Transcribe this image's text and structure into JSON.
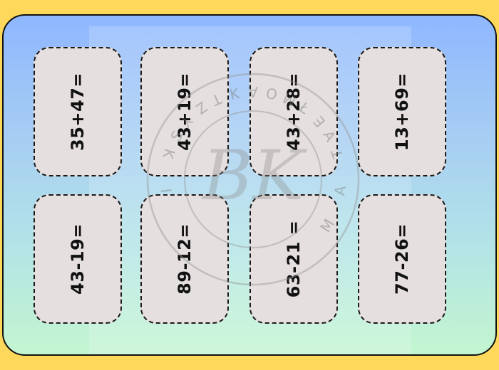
{
  "cards": [
    {
      "text": "35+47="
    },
    {
      "text": "43+19="
    },
    {
      "text": "43+28="
    },
    {
      "text": "13+69="
    },
    {
      "text": "43-19="
    },
    {
      "text": "89-12="
    },
    {
      "text": "63-21 ="
    },
    {
      "text": "77-26="
    }
  ],
  "watermark": {
    "monogram": "BK",
    "top_text": "SZKOŁA",
    "bottom_text": "MATEMATYKI"
  },
  "colors": {
    "page_background": "#fed85a",
    "card_fill": "#e5dfdf",
    "card_border": "#1a1a1a"
  }
}
